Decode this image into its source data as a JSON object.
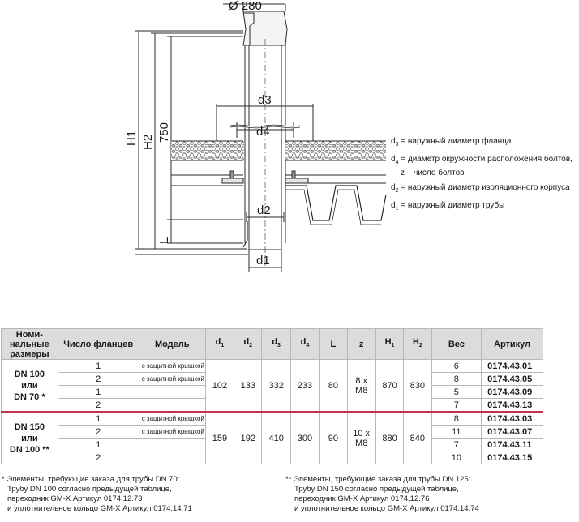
{
  "drawing": {
    "label_d280": "Ø 280",
    "label_h1": "H1",
    "label_h2": "H2",
    "label_750": "750",
    "label_l": "L",
    "label_d3": "d3",
    "label_d4": "d4",
    "label_d2": "d2",
    "label_d1": "d1"
  },
  "legend": [
    {
      "sym": "d",
      "sub": "3",
      "text": " = наружный диаметр фланца"
    },
    {
      "sym": "d",
      "sub": "4",
      "text": " = диаметр окружности расположения болтов,",
      "line2": "z – число болтов"
    },
    {
      "sym": "d",
      "sub": "2",
      "text": " = наружный диаметр изоляционного корпуса"
    },
    {
      "sym": "d",
      "sub": "1",
      "text": " = наружный диаметр трубы"
    }
  ],
  "table": {
    "headers": {
      "size": "Номи-нальные размеры",
      "flanges": "Число фланцев",
      "model": "Модель",
      "d": "d",
      "sub1": "1",
      "sub2": "2",
      "sub3": "3",
      "sub4": "4",
      "l": "L",
      "z": "z",
      "h": "H",
      "weight": "Вес",
      "article": "Артикул"
    },
    "groups": [
      {
        "size": [
          "DN 100",
          "или",
          "DN 70 *"
        ],
        "d1": "102",
        "d2": "133",
        "d3": "332",
        "d4": "233",
        "l": "80",
        "z": [
          "8 x",
          "M8"
        ],
        "h1": "870",
        "h2": "830",
        "rows": [
          {
            "flanges": "1",
            "model": "с защитной крышкой",
            "weight": "6",
            "article": "0174.43.01"
          },
          {
            "flanges": "2",
            "model": "с защитной крышкой",
            "weight": "8",
            "article": "0174.43.05"
          },
          {
            "flanges": "1",
            "model": "",
            "weight": "5",
            "article": "0174.43.09"
          },
          {
            "flanges": "2",
            "model": "",
            "weight": "7",
            "article": "0174.43.13"
          }
        ]
      },
      {
        "size": [
          "DN 150",
          "или",
          "DN 100 **"
        ],
        "d1": "159",
        "d2": "192",
        "d3": "410",
        "d4": "300",
        "l": "90",
        "z": [
          "10 x",
          "M8"
        ],
        "h1": "880",
        "h2": "840",
        "rows": [
          {
            "flanges": "1",
            "model": "с защитной крышкой",
            "weight": "8",
            "article": "0174.43.03"
          },
          {
            "flanges": "2",
            "model": "с защитной крышкой",
            "weight": "11",
            "article": "0174.43.07"
          },
          {
            "flanges": "1",
            "model": "",
            "weight": "7",
            "article": "0174.43.11"
          },
          {
            "flanges": "2",
            "model": "",
            "weight": "10",
            "article": "0174.43.15"
          }
        ]
      }
    ]
  },
  "footnotes": {
    "left": [
      "* Элементы, требующие заказа для трубы DN 70:",
      "Трубу DN 100 согласно предыдущей таблице,",
      "переходник GM-X Артикул 0174.12.73",
      "и уплотнительное кольцо GM-X Артикул 0174.14.71"
    ],
    "right": [
      "** Элементы, требующие заказа для трубы DN 125:",
      "Трубу DN 150 согласно предыдущей таблице,",
      "переходник GM-X Артикул 0174.12.76",
      "и уплотнительное кольцо GM-X Артикул 0174.14.74"
    ]
  }
}
